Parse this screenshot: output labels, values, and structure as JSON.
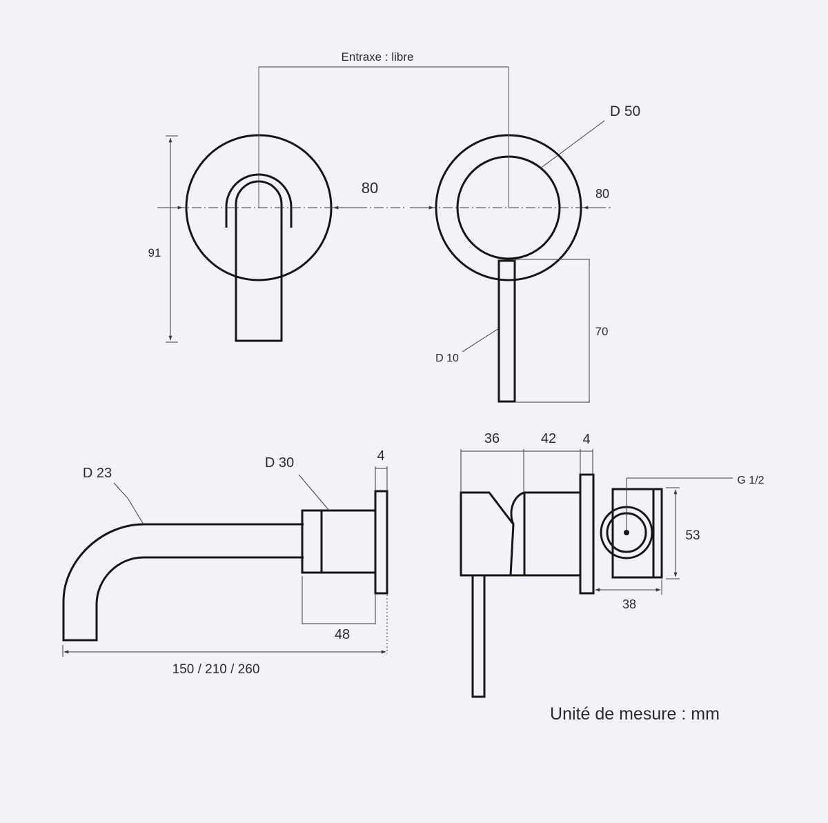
{
  "labels": {
    "entraxe": "Entraxe : libre",
    "d50": "D 50",
    "w80_left": "80",
    "w80_right": "80",
    "h91": "91",
    "h70": "70",
    "d10": "D 10",
    "d23": "D 23",
    "d30": "D 30",
    "t4_left": "4",
    "l48": "48",
    "length": "150 / 210 / 260",
    "l36": "36",
    "l42": "42",
    "t4_right": "4",
    "g12": "G 1/2",
    "h53": "53",
    "l38": "38",
    "unit": "Unité de mesure : mm"
  }
}
